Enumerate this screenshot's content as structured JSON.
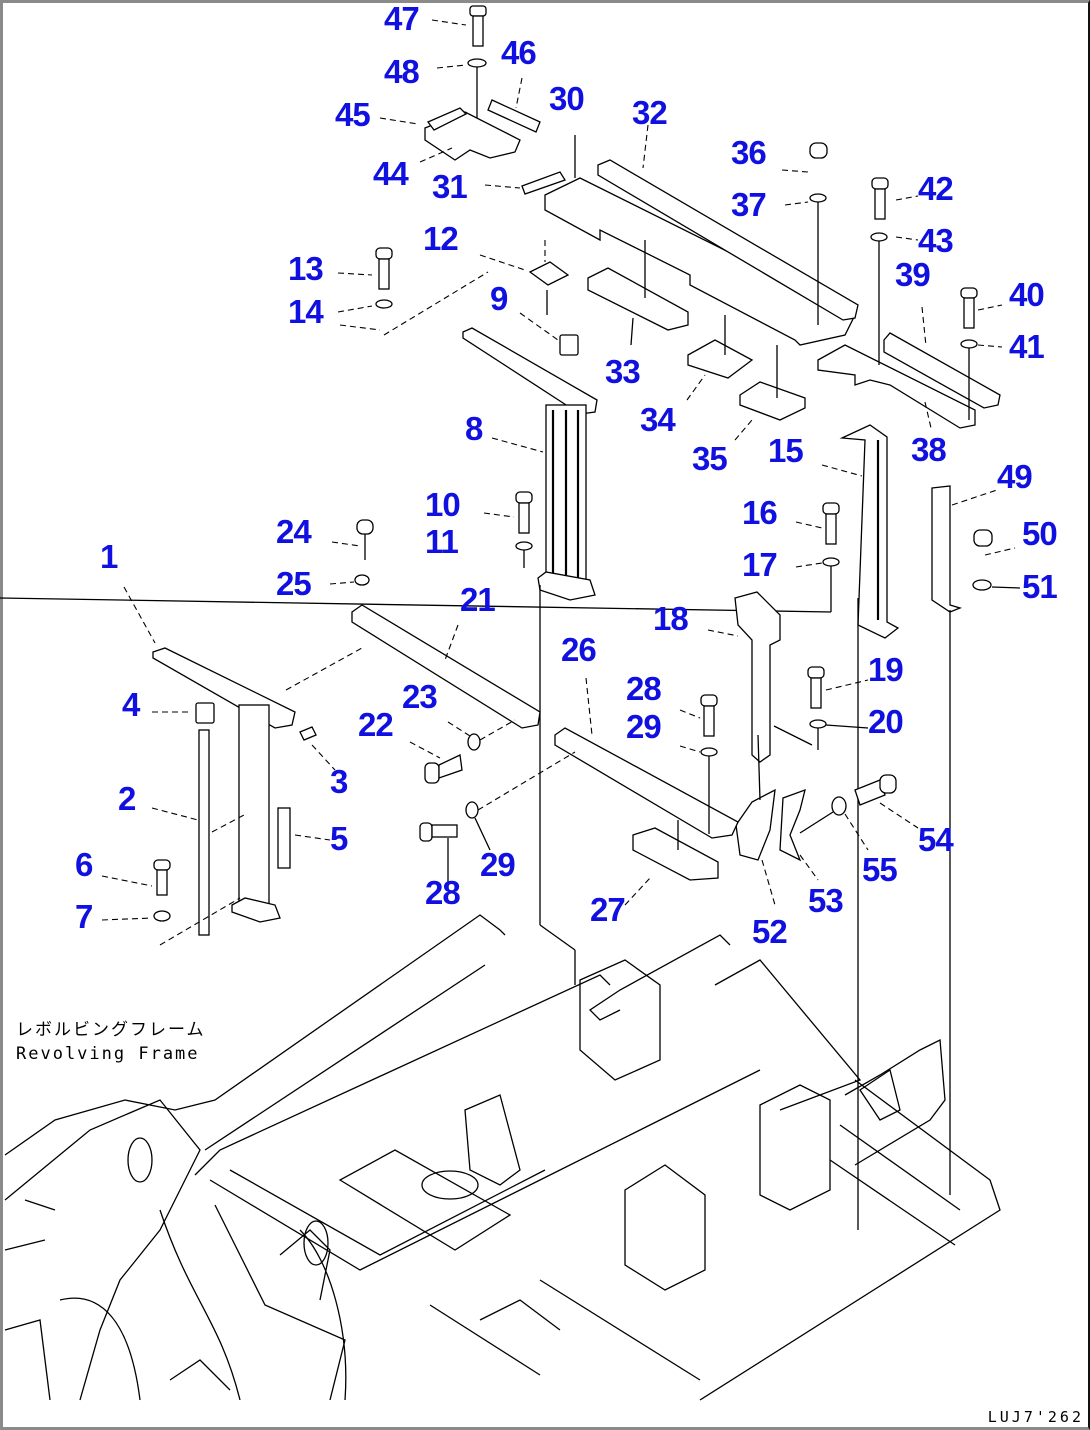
{
  "diagram": {
    "type": "exploded-parts-diagram",
    "title_jp": "レボルビングフレーム",
    "title_en": "Revolving Frame",
    "drawing_code": "LUJ7'262",
    "callout_color": "#1010e0",
    "callouts": [
      {
        "id": "1",
        "label": "1"
      },
      {
        "id": "2",
        "label": "2"
      },
      {
        "id": "3",
        "label": "3"
      },
      {
        "id": "4",
        "label": "4"
      },
      {
        "id": "5",
        "label": "5"
      },
      {
        "id": "6",
        "label": "6"
      },
      {
        "id": "7",
        "label": "7"
      },
      {
        "id": "8",
        "label": "8"
      },
      {
        "id": "9",
        "label": "9"
      },
      {
        "id": "10",
        "label": "10"
      },
      {
        "id": "11",
        "label": "11"
      },
      {
        "id": "12",
        "label": "12"
      },
      {
        "id": "13",
        "label": "13"
      },
      {
        "id": "14",
        "label": "14"
      },
      {
        "id": "15",
        "label": "15"
      },
      {
        "id": "16",
        "label": "16"
      },
      {
        "id": "17",
        "label": "17"
      },
      {
        "id": "18",
        "label": "18"
      },
      {
        "id": "19",
        "label": "19"
      },
      {
        "id": "20",
        "label": "20"
      },
      {
        "id": "21",
        "label": "21"
      },
      {
        "id": "22",
        "label": "22"
      },
      {
        "id": "23",
        "label": "23"
      },
      {
        "id": "24",
        "label": "24"
      },
      {
        "id": "25",
        "label": "25"
      },
      {
        "id": "26",
        "label": "26"
      },
      {
        "id": "27",
        "label": "27"
      },
      {
        "id": "28a",
        "label": "28"
      },
      {
        "id": "29a",
        "label": "29"
      },
      {
        "id": "28b",
        "label": "28"
      },
      {
        "id": "29b",
        "label": "29"
      },
      {
        "id": "30",
        "label": "30"
      },
      {
        "id": "31",
        "label": "31"
      },
      {
        "id": "32",
        "label": "32"
      },
      {
        "id": "33",
        "label": "33"
      },
      {
        "id": "34",
        "label": "34"
      },
      {
        "id": "35",
        "label": "35"
      },
      {
        "id": "36",
        "label": "36"
      },
      {
        "id": "37",
        "label": "37"
      },
      {
        "id": "38",
        "label": "38"
      },
      {
        "id": "39",
        "label": "39"
      },
      {
        "id": "40",
        "label": "40"
      },
      {
        "id": "41",
        "label": "41"
      },
      {
        "id": "42",
        "label": "42"
      },
      {
        "id": "43",
        "label": "43"
      },
      {
        "id": "44",
        "label": "44"
      },
      {
        "id": "45",
        "label": "45"
      },
      {
        "id": "46",
        "label": "46"
      },
      {
        "id": "47",
        "label": "47"
      },
      {
        "id": "48",
        "label": "48"
      },
      {
        "id": "49",
        "label": "49"
      },
      {
        "id": "50",
        "label": "50"
      },
      {
        "id": "51",
        "label": "51"
      },
      {
        "id": "52",
        "label": "52"
      },
      {
        "id": "53",
        "label": "53"
      },
      {
        "id": "54",
        "label": "54"
      },
      {
        "id": "55",
        "label": "55"
      }
    ]
  }
}
